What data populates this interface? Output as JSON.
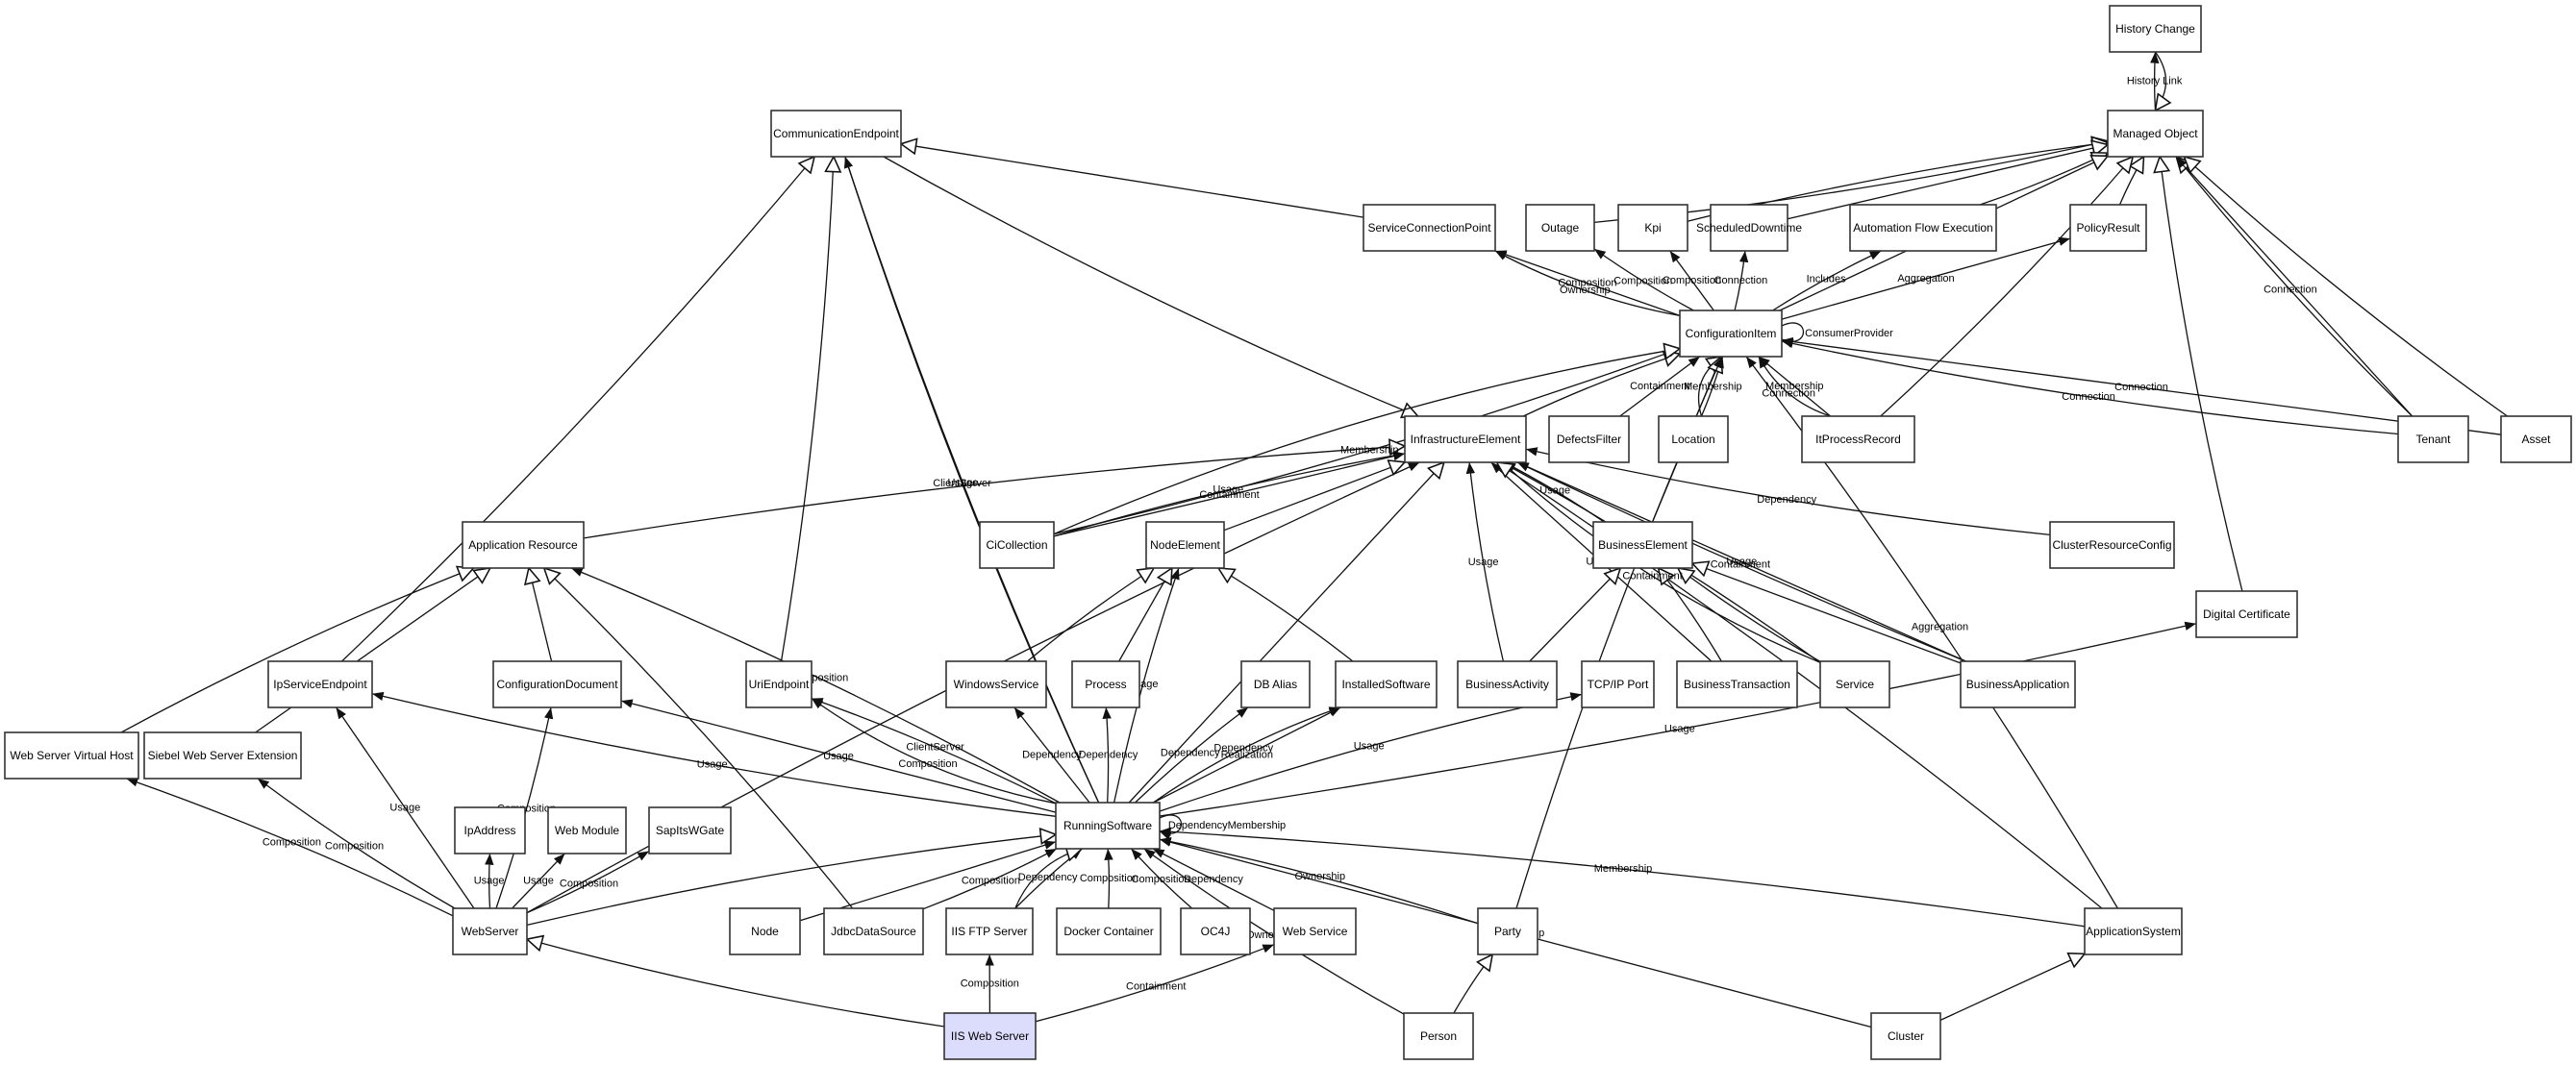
{
  "diagram": {
    "title": "",
    "highlight_color": "#dcdcfc",
    "nodes": [
      {
        "id": "history-change",
        "label": "History Change"
      },
      {
        "id": "managed-object",
        "label": "Managed Object"
      },
      {
        "id": "communication-endpoint",
        "label": "CommunicationEndpoint"
      },
      {
        "id": "service-connection-point",
        "label": "ServiceConnectionPoint"
      },
      {
        "id": "outage",
        "label": "Outage"
      },
      {
        "id": "kpi",
        "label": "Kpi"
      },
      {
        "id": "scheduled-downtime",
        "label": "ScheduledDowntime"
      },
      {
        "id": "automation-flow-execution",
        "label": "Automation Flow Execution"
      },
      {
        "id": "policy-result",
        "label": "PolicyResult"
      },
      {
        "id": "configuration-item",
        "label": "ConfigurationItem"
      },
      {
        "id": "infrastructure-element",
        "label": "InfrastructureElement"
      },
      {
        "id": "defects-filter",
        "label": "DefectsFilter"
      },
      {
        "id": "location",
        "label": "Location"
      },
      {
        "id": "it-process-record",
        "label": "ItProcessRecord"
      },
      {
        "id": "tenant",
        "label": "Tenant"
      },
      {
        "id": "asset",
        "label": "Asset"
      },
      {
        "id": "application-resource",
        "label": "Application Resource"
      },
      {
        "id": "ci-collection",
        "label": "CiCollection"
      },
      {
        "id": "node-element",
        "label": "NodeElement"
      },
      {
        "id": "business-element",
        "label": "BusinessElement"
      },
      {
        "id": "cluster-resource-config",
        "label": "ClusterResourceConfig"
      },
      {
        "id": "digital-certificate",
        "label": "Digital Certificate"
      },
      {
        "id": "ip-service-endpoint",
        "label": "IpServiceEndpoint"
      },
      {
        "id": "configuration-document",
        "label": "ConfigurationDocument"
      },
      {
        "id": "uri-endpoint",
        "label": "UriEndpoint"
      },
      {
        "id": "windows-service",
        "label": "WindowsService"
      },
      {
        "id": "process",
        "label": "Process"
      },
      {
        "id": "db-alias",
        "label": "DB Alias"
      },
      {
        "id": "installed-software",
        "label": "InstalledSoftware"
      },
      {
        "id": "business-activity",
        "label": "BusinessActivity"
      },
      {
        "id": "tcpip-port",
        "label": "TCP/IP Port"
      },
      {
        "id": "business-transaction",
        "label": "BusinessTransaction"
      },
      {
        "id": "service",
        "label": "Service"
      },
      {
        "id": "business-application",
        "label": "BusinessApplication"
      },
      {
        "id": "web-server-virtual-host",
        "label": "Web Server Virtual Host"
      },
      {
        "id": "siebel-web-server-extension",
        "label": "Siebel Web Server Extension"
      },
      {
        "id": "running-software",
        "label": "RunningSoftware"
      },
      {
        "id": "ip-address",
        "label": "IpAddress"
      },
      {
        "id": "web-module",
        "label": "Web Module"
      },
      {
        "id": "sap-its-wgate",
        "label": "SapItsWGate"
      },
      {
        "id": "web-server",
        "label": "WebServer"
      },
      {
        "id": "node",
        "label": "Node"
      },
      {
        "id": "jdbc-data-source",
        "label": "JdbcDataSource"
      },
      {
        "id": "iis-ftp-server",
        "label": "IIS FTP Server"
      },
      {
        "id": "docker-container",
        "label": "Docker Container"
      },
      {
        "id": "oc4j",
        "label": "OC4J"
      },
      {
        "id": "web-service",
        "label": "Web Service"
      },
      {
        "id": "party",
        "label": "Party"
      },
      {
        "id": "application-system",
        "label": "ApplicationSystem"
      },
      {
        "id": "iis-web-server",
        "label": "IIS Web Server",
        "highlighted": true
      },
      {
        "id": "person",
        "label": "Person"
      },
      {
        "id": "cluster",
        "label": "Cluster"
      }
    ],
    "edges": [
      {
        "from": "managed-object",
        "to": "history-change",
        "label": "History Link",
        "type": "association"
      },
      {
        "from": "history-change",
        "to": "managed-object",
        "label": "",
        "type": "inheritance"
      },
      {
        "from": "outage",
        "to": "managed-object",
        "label": "",
        "type": "inheritance"
      },
      {
        "from": "kpi",
        "to": "managed-object",
        "label": "",
        "type": "inheritance"
      },
      {
        "from": "scheduled-downtime",
        "to": "managed-object",
        "label": "",
        "type": "inheritance"
      },
      {
        "from": "automation-flow-execution",
        "to": "managed-object",
        "label": "",
        "type": "inheritance"
      },
      {
        "from": "policy-result",
        "to": "managed-object",
        "label": "",
        "type": "inheritance"
      },
      {
        "from": "configuration-item",
        "to": "managed-object",
        "label": "",
        "type": "inheritance"
      },
      {
        "from": "it-process-record",
        "to": "managed-object",
        "label": "",
        "type": "inheritance"
      },
      {
        "from": "digital-certificate",
        "to": "managed-object",
        "label": "",
        "type": "inheritance"
      },
      {
        "from": "tenant",
        "to": "managed-object",
        "label": "",
        "type": "inheritance"
      },
      {
        "from": "tenant",
        "to": "managed-object",
        "label": "Connection",
        "type": "association"
      },
      {
        "from": "asset",
        "to": "managed-object",
        "label": "",
        "type": "inheritance"
      },
      {
        "from": "service-connection-point",
        "to": "communication-endpoint",
        "label": "",
        "type": "inheritance"
      },
      {
        "from": "ip-service-endpoint",
        "to": "communication-endpoint",
        "label": "",
        "type": "inheritance"
      },
      {
        "from": "running-software",
        "to": "communication-endpoint",
        "label": "Usage",
        "type": "association"
      },
      {
        "from": "running-software",
        "to": "communication-endpoint",
        "label": "ClientServer",
        "type": "association"
      },
      {
        "from": "uri-endpoint",
        "to": "communication-endpoint",
        "label": "",
        "type": "inheritance"
      },
      {
        "from": "infrastructure-element",
        "to": "communication-endpoint",
        "label": "",
        "type": "inheritance-reverse"
      },
      {
        "from": "configuration-item",
        "to": "service-connection-point",
        "label": "Composition",
        "type": "association"
      },
      {
        "from": "configuration-item",
        "to": "service-connection-point",
        "label": "Ownership",
        "type": "association"
      },
      {
        "from": "configuration-item",
        "to": "outage",
        "label": "Composition",
        "type": "association"
      },
      {
        "from": "configuration-item",
        "to": "kpi",
        "label": "Composition",
        "type": "association"
      },
      {
        "from": "configuration-item",
        "to": "scheduled-downtime",
        "label": "Connection",
        "type": "association"
      },
      {
        "from": "configuration-item",
        "to": "automation-flow-execution",
        "label": "Includes",
        "type": "association"
      },
      {
        "from": "configuration-item",
        "to": "policy-result",
        "label": "Aggregation",
        "type": "association"
      },
      {
        "from": "configuration-item",
        "to": "configuration-item",
        "label": "ConsumerProvider",
        "type": "association"
      },
      {
        "from": "infrastructure-element",
        "to": "configuration-item",
        "label": "",
        "type": "inheritance"
      },
      {
        "from": "defects-filter",
        "to": "configuration-item",
        "label": "Containment",
        "type": "association"
      },
      {
        "from": "location",
        "to": "configuration-item",
        "label": "Membership",
        "type": "association"
      },
      {
        "from": "location",
        "to": "configuration-item",
        "label": "",
        "type": "inheritance"
      },
      {
        "from": "it-process-record",
        "to": "configuration-item",
        "label": "Membership",
        "type": "association"
      },
      {
        "from": "it-process-record",
        "to": "configuration-item",
        "label": "Connection",
        "type": "association"
      },
      {
        "from": "tenant",
        "to": "configuration-item",
        "label": "Connection",
        "type": "association"
      },
      {
        "from": "asset",
        "to": "configuration-item",
        "label": "Connection",
        "type": "association"
      },
      {
        "from": "ci-collection",
        "to": "configuration-item",
        "label": "Membership",
        "type": "association"
      },
      {
        "from": "ci-collection",
        "to": "configuration-item",
        "label": "",
        "type": "inheritance"
      },
      {
        "from": "business-element",
        "to": "configuration-item",
        "label": "",
        "type": "inheritance"
      },
      {
        "from": "application-system",
        "to": "configuration-item",
        "label": "Aggregation",
        "type": "association"
      },
      {
        "from": "party",
        "to": "configuration-item",
        "label": "",
        "type": "association"
      },
      {
        "from": "ci-collection",
        "to": "infrastructure-element",
        "label": "Containment",
        "type": "association"
      },
      {
        "from": "ci-collection",
        "to": "infrastructure-element",
        "label": "Usage",
        "type": "association"
      },
      {
        "from": "application-resource",
        "to": "infrastructure-element",
        "label": "",
        "type": "inheritance"
      },
      {
        "from": "node-element",
        "to": "infrastructure-element",
        "label": "",
        "type": "inheritance"
      },
      {
        "from": "business-element",
        "to": "infrastructure-element",
        "label": "Usage",
        "type": "association"
      },
      {
        "from": "business-activity",
        "to": "infrastructure-element",
        "label": "Usage",
        "type": "association"
      },
      {
        "from": "business-transaction",
        "to": "infrastructure-element",
        "label": "Usage",
        "type": "association"
      },
      {
        "from": "service",
        "to": "infrastructure-element",
        "label": "Usage",
        "type": "association"
      },
      {
        "from": "service",
        "to": "infrastructure-element",
        "label": "Containment",
        "type": "association"
      },
      {
        "from": "business-application",
        "to": "infrastructure-element",
        "label": "Usage",
        "type": "association"
      },
      {
        "from": "business-application",
        "to": "infrastructure-element",
        "label": "Containment",
        "type": "association"
      },
      {
        "from": "cluster-resource-config",
        "to": "infrastructure-element",
        "label": "Dependency",
        "type": "association"
      },
      {
        "from": "running-software",
        "to": "infrastructure-element",
        "label": "",
        "type": "inheritance"
      },
      {
        "from": "application-system",
        "to": "infrastructure-element",
        "label": "",
        "type": "inheritance"
      },
      {
        "from": "web-server",
        "to": "infrastructure-element",
        "label": "",
        "type": "association"
      },
      {
        "from": "configuration-document",
        "to": "application-resource",
        "label": "",
        "type": "inheritance"
      },
      {
        "from": "jdbc-data-source",
        "to": "application-resource",
        "label": "",
        "type": "inheritance"
      },
      {
        "from": "web-server-virtual-host",
        "to": "application-resource",
        "label": "",
        "type": "inheritance"
      },
      {
        "from": "siebel-web-server-extension",
        "to": "application-resource",
        "label": "",
        "type": "inheritance"
      },
      {
        "from": "running-software",
        "to": "application-resource",
        "label": "Composition",
        "type": "association"
      },
      {
        "from": "windows-service",
        "to": "node-element",
        "label": "",
        "type": "inheritance"
      },
      {
        "from": "process",
        "to": "node-element",
        "label": "",
        "type": "inheritance"
      },
      {
        "from": "installed-software",
        "to": "node-element",
        "label": "",
        "type": "inheritance"
      },
      {
        "from": "running-software",
        "to": "node-element",
        "label": "Usage",
        "type": "association"
      },
      {
        "from": "business-activity",
        "to": "business-element",
        "label": "",
        "type": "inheritance"
      },
      {
        "from": "business-transaction",
        "to": "business-element",
        "label": "",
        "type": "inheritance"
      },
      {
        "from": "service",
        "to": "business-element",
        "label": "",
        "type": "inheritance"
      },
      {
        "from": "business-application",
        "to": "business-element",
        "label": "",
        "type": "inheritance"
      },
      {
        "from": "running-software",
        "to": "digital-certificate",
        "label": "Usage",
        "type": "association"
      },
      {
        "from": "running-software",
        "to": "ip-service-endpoint",
        "label": "Usage",
        "type": "association"
      },
      {
        "from": "running-software",
        "to": "configuration-document",
        "label": "Usage",
        "type": "association"
      },
      {
        "from": "running-software",
        "to": "uri-endpoint",
        "label": "ClientServer",
        "type": "association"
      },
      {
        "from": "running-software",
        "to": "uri-endpoint",
        "label": "Composition",
        "type": "association"
      },
      {
        "from": "running-software",
        "to": "windows-service",
        "label": "Dependency",
        "type": "association"
      },
      {
        "from": "running-software",
        "to": "process",
        "label": "Dependency",
        "type": "association"
      },
      {
        "from": "running-software",
        "to": "db-alias",
        "label": "Dependency",
        "type": "association"
      },
      {
        "from": "running-software",
        "to": "installed-software",
        "label": "Realization",
        "type": "association"
      },
      {
        "from": "running-software",
        "to": "installed-software",
        "label": "Dependency",
        "type": "association"
      },
      {
        "from": "running-software",
        "to": "tcpip-port",
        "label": "Usage",
        "type": "association"
      },
      {
        "from": "running-software",
        "to": "running-software",
        "label": "DependencyMembership",
        "type": "association"
      },
      {
        "from": "web-server",
        "to": "web-server-virtual-host",
        "label": "Composition",
        "type": "association"
      },
      {
        "from": "web-server",
        "to": "siebel-web-server-extension",
        "label": "Composition",
        "type": "association"
      },
      {
        "from": "web-server",
        "to": "ip-service-endpoint",
        "label": "Usage",
        "type": "association"
      },
      {
        "from": "web-server",
        "to": "configuration-document",
        "label": "Composition",
        "type": "association"
      },
      {
        "from": "web-server",
        "to": "ip-address",
        "label": "Usage",
        "type": "association"
      },
      {
        "from": "web-server",
        "to": "web-module",
        "label": "Usage",
        "type": "association"
      },
      {
        "from": "web-server",
        "to": "sap-its-wgate",
        "label": "Composition",
        "type": "association"
      },
      {
        "from": "web-server",
        "to": "running-software",
        "label": "",
        "type": "inheritance"
      },
      {
        "from": "node",
        "to": "running-software",
        "label": "",
        "type": "association"
      },
      {
        "from": "jdbc-data-source",
        "to": "running-software",
        "label": "Composition",
        "type": "association"
      },
      {
        "from": "iis-ftp-server",
        "to": "running-software",
        "label": "Dependency",
        "type": "association"
      },
      {
        "from": "iis-ftp-server",
        "to": "running-software",
        "label": "",
        "type": "inheritance"
      },
      {
        "from": "docker-container",
        "to": "running-software",
        "label": "Composition",
        "type": "association"
      },
      {
        "from": "oc4j",
        "to": "running-software",
        "label": "Composition",
        "type": "association"
      },
      {
        "from": "web-service",
        "to": "running-software",
        "label": "Dependency",
        "type": "association"
      },
      {
        "from": "party",
        "to": "running-software",
        "label": "Ownership",
        "type": "association"
      },
      {
        "from": "person",
        "to": "running-software",
        "label": "Ownership",
        "type": "association"
      },
      {
        "from": "cluster",
        "to": "running-software",
        "label": "Membership",
        "type": "association"
      },
      {
        "from": "application-system",
        "to": "running-software",
        "label": "Membership",
        "type": "association"
      },
      {
        "from": "iis-web-server",
        "to": "web-server",
        "label": "",
        "type": "inheritance"
      },
      {
        "from": "iis-web-server",
        "to": "iis-ftp-server",
        "label": "Composition",
        "type": "association"
      },
      {
        "from": "iis-web-server",
        "to": "web-service",
        "label": "Containment",
        "type": "association"
      },
      {
        "from": "person",
        "to": "party",
        "label": "",
        "type": "inheritance"
      },
      {
        "from": "cluster",
        "to": "application-system",
        "label": "",
        "type": "inheritance"
      }
    ]
  }
}
